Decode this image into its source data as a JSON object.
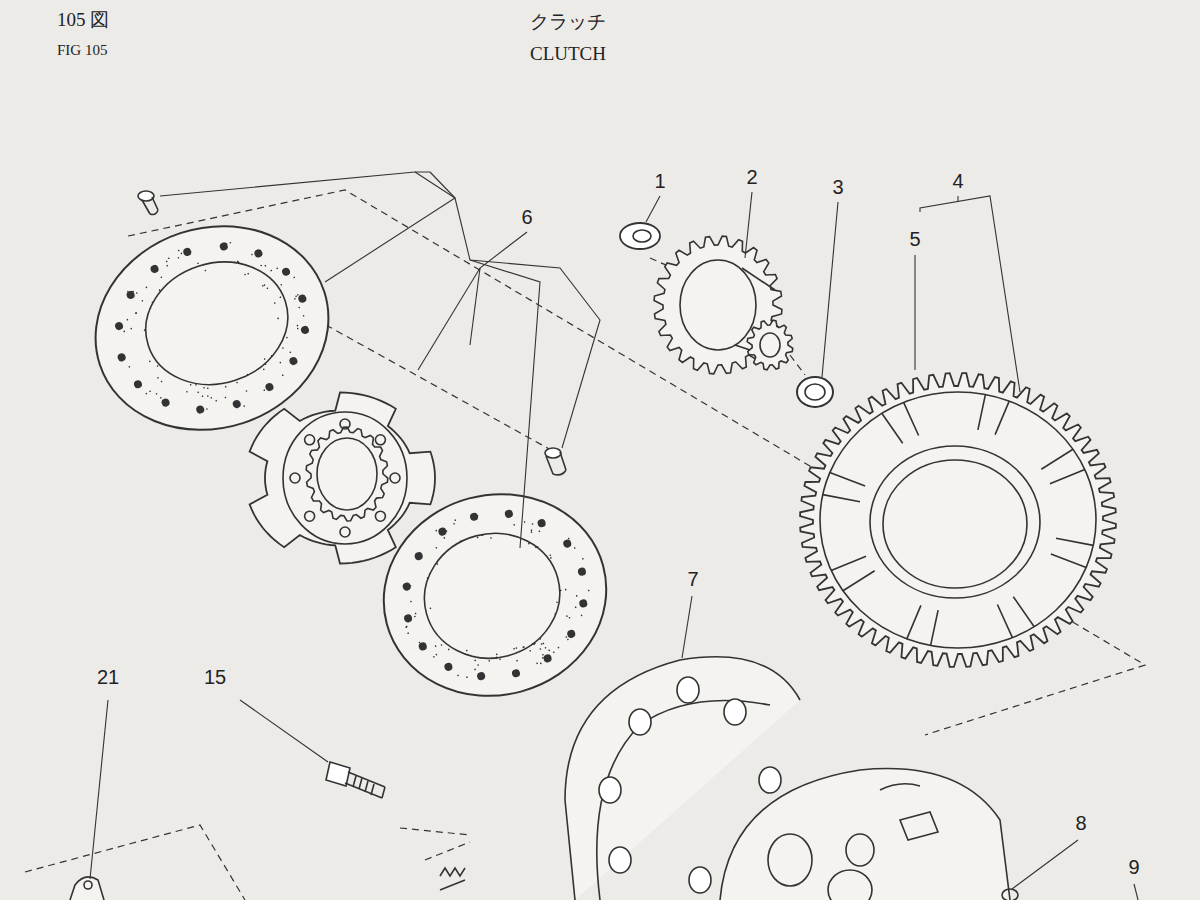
{
  "diagram": {
    "title": "クラッチ",
    "labels": [
      "105 図",
      "FIG 105",
      "CLUTCH",
      "1",
      "2",
      "3",
      "4",
      "5",
      "6",
      "7",
      "8",
      "9",
      "15",
      "21"
    ]
  }
}
